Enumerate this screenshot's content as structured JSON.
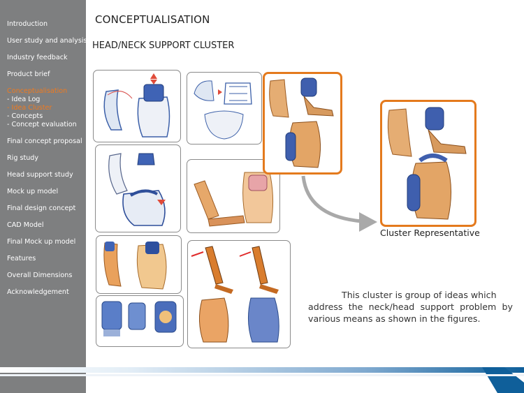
{
  "nav": {
    "items": [
      {
        "label": "Introduction"
      },
      {
        "label": "User study and analysis"
      },
      {
        "label": "Industry feedback"
      },
      {
        "label": "Product brief"
      }
    ],
    "active_section": {
      "label": "Conceptualisation",
      "children": [
        {
          "label": "- Idea Log",
          "active": false
        },
        {
          "label": "- Idea Cluster",
          "active": true
        },
        {
          "label": "- Concepts",
          "active": false
        },
        {
          "label": "- Concept evaluation",
          "active": false
        }
      ]
    },
    "items_after": [
      {
        "label": "Final concept proposal"
      },
      {
        "label": "Rig study"
      },
      {
        "label": "Head support study"
      },
      {
        "label": "Mock up model"
      },
      {
        "label": "Final design concept"
      },
      {
        "label": "CAD Model"
      },
      {
        "label": "Final Mock up model"
      },
      {
        "label": "Features"
      },
      {
        "label": "Overall Dimensions"
      },
      {
        "label": "Acknowledgement"
      }
    ]
  },
  "page": {
    "title": "CONCEPTUALISATION",
    "subtitle": "HEAD/NECK SUPPORT CLUSTER",
    "caption": "Cluster Representative",
    "description_line1": "This cluster is group of ideas which",
    "description_rest": "address the neck/head support problem by various means as shown in the figures."
  },
  "colors": {
    "sidebar": "#7e7f80",
    "accent": "#e47a1d",
    "band_dark": "#0f5f9a",
    "band_light": "#d6e6f2"
  }
}
